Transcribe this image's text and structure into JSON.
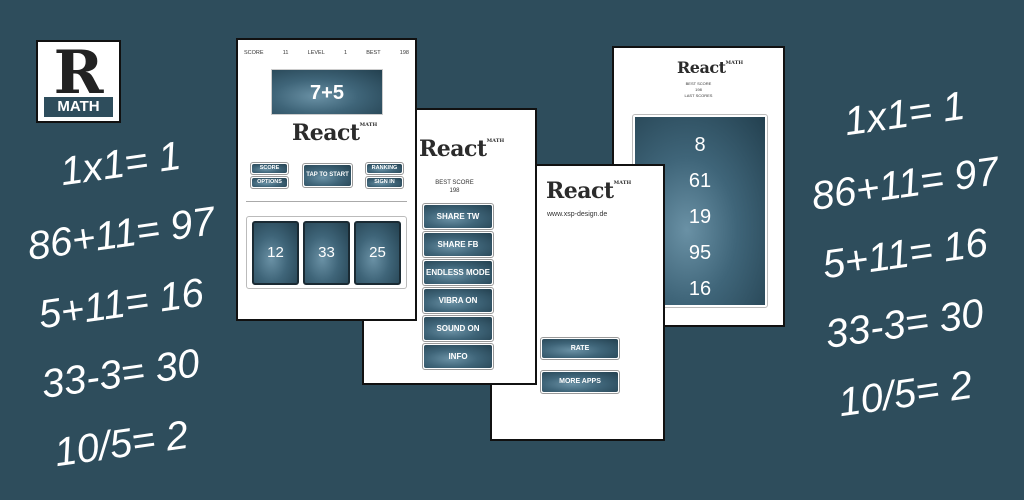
{
  "logo": {
    "letter": "R",
    "label": "MATH"
  },
  "equations": [
    "1x1= 1",
    "86+11= 97",
    "5+11= 16",
    "33-3= 30",
    "10/5= 2"
  ],
  "screen_game": {
    "score_label": "SCORE",
    "score": "11",
    "level_label": "LEVEL",
    "level": "1",
    "best_label": "BEST",
    "best": "198",
    "problem": "7+5",
    "brand": "React",
    "brand_sup": "MATH",
    "buttons": {
      "score": "SCORE",
      "options": "OPTIONS",
      "tap": "TAP TO START",
      "ranking": "RANKING",
      "sign_in": "SIGN IN"
    },
    "answers": [
      "12",
      "33",
      "25"
    ]
  },
  "screen_options": {
    "brand": "React",
    "brand_sup": "MATH",
    "best_label": "BEST SCORE",
    "best": "198",
    "buttons": [
      "SHARE TW",
      "SHARE FB",
      "ENDLESS MODE",
      "VIBRA ON",
      "SOUND ON",
      "INFO"
    ]
  },
  "screen_info": {
    "brand": "React",
    "brand_sup": "MATH",
    "url": "www.xsp-design.de",
    "buttons": [
      "RATE",
      "MORE APPS"
    ]
  },
  "screen_scores": {
    "brand": "React",
    "brand_sup": "MATH",
    "best_label": "BEST SCORE",
    "best": "198",
    "last_label": "LAST SCORES",
    "scores": [
      "8",
      "61",
      "19",
      "95",
      "16"
    ]
  }
}
